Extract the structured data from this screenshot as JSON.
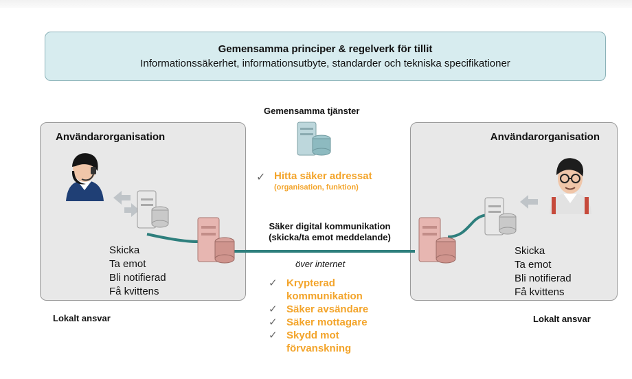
{
  "principles": {
    "title": "Gemensamma principer & regelverk för tillit",
    "subtitle": "Informationssäkerhet, informationsutbyte, standarder och tekniska specifikationer"
  },
  "center": {
    "services_title": "Gemensamma tjänster",
    "find_address": {
      "main": "Hitta säker adressat",
      "sub": "(organisation, funktion)"
    },
    "secure_comm": "Säker digital kommunikation",
    "secure_comm_sub": "(skicka/ta emot meddelande)",
    "over_internet": "över internet",
    "features": [
      {
        "line1": "Krypterad",
        "line2": "kommunikation"
      },
      {
        "line1": "Säker avsändare",
        "line2": ""
      },
      {
        "line1": "Säker mottagare",
        "line2": ""
      },
      {
        "line1": "Skydd mot",
        "line2": "förvanskning"
      }
    ],
    "check_symbol": "✓"
  },
  "left_org": {
    "title": "Användarorganisation",
    "actions": [
      "Skicka",
      "Ta emot",
      "Bli notifierad",
      "Få kvittens"
    ],
    "responsibility": "Lokalt ansvar"
  },
  "right_org": {
    "title": "Användarorganisation",
    "actions": [
      "Skicka",
      "Ta emot",
      "Bli notifierad",
      "Få kvittens"
    ],
    "responsibility": "Lokalt ansvar"
  },
  "icons": {
    "left_person": "person-headset-icon",
    "right_person": "person-glasses-icon",
    "server": "server-icon",
    "database": "database-icon"
  },
  "colors": {
    "accent": "#f3a42a",
    "connector": "#2e7f7d",
    "principles_bg": "#d7ecef"
  }
}
